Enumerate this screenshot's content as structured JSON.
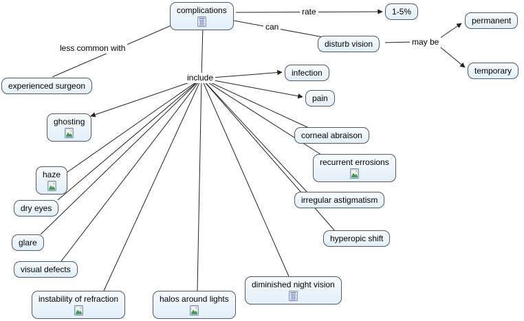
{
  "title": "complications concept map",
  "colors": {
    "background": "#ffffff",
    "node_fill_top": "#f7fbfe",
    "node_fill_bottom": "#e2eff9",
    "node_border": "#4e5a66",
    "line": "#222222",
    "text": "#000000"
  },
  "nodes": [
    {
      "id": "complications",
      "label": "complications",
      "icon": "table-attachment-icon"
    },
    {
      "id": "one-to-five-percent",
      "label": "1-5%",
      "icon": null
    },
    {
      "id": "permanent",
      "label": "permanent",
      "icon": null
    },
    {
      "id": "disturb-vision",
      "label": "disturb vision",
      "icon": null
    },
    {
      "id": "temporary",
      "label": "temporary",
      "icon": null
    },
    {
      "id": "experienced-surgeon",
      "label": "experienced surgeon",
      "icon": null
    },
    {
      "id": "infection",
      "label": "infection",
      "icon": null
    },
    {
      "id": "pain",
      "label": "pain",
      "icon": null
    },
    {
      "id": "ghosting",
      "label": "ghosting",
      "icon": "image-attachment-icon"
    },
    {
      "id": "corneal-abraison",
      "label": "corneal abraison",
      "icon": null
    },
    {
      "id": "recurrent-errosions",
      "label": "recurrent errosions",
      "icon": "image-attachment-icon"
    },
    {
      "id": "haze",
      "label": "haze",
      "icon": "image-attachment-icon"
    },
    {
      "id": "dry-eyes",
      "label": "dry eyes",
      "icon": null
    },
    {
      "id": "irregular-astigmatism",
      "label": "irregular astigmatism",
      "icon": null
    },
    {
      "id": "glare",
      "label": "glare",
      "icon": null
    },
    {
      "id": "hyperopic-shift",
      "label": "hyperopic shift",
      "icon": null
    },
    {
      "id": "visual-defects",
      "label": "visual defects",
      "icon": null
    },
    {
      "id": "diminished-night-vision",
      "label": "diminished night vision",
      "icon": "table-attachment-icon"
    },
    {
      "id": "halos-around-lights",
      "label": "halos around lights",
      "icon": "image-attachment-icon"
    },
    {
      "id": "instability-of-refraction",
      "label": "instability of refraction",
      "icon": "image-attachment-icon"
    }
  ],
  "links": [
    {
      "id": "rate",
      "label": "rate"
    },
    {
      "id": "can",
      "label": "can"
    },
    {
      "id": "may-be",
      "label": "may be"
    },
    {
      "id": "less-common-with",
      "label": "less common with"
    },
    {
      "id": "include",
      "label": "include"
    }
  ],
  "edges": [
    {
      "from": "complications",
      "link": "rate",
      "to": "1-5%"
    },
    {
      "from": "complications",
      "link": "can",
      "to": "disturb vision"
    },
    {
      "from": "disturb vision",
      "link": "may be",
      "to": "permanent"
    },
    {
      "from": "disturb vision",
      "link": "may be",
      "to": "temporary"
    },
    {
      "from": "complications",
      "link": "less common with",
      "to": "experienced surgeon"
    },
    {
      "from": "complications",
      "link": "include",
      "to": "infection"
    },
    {
      "from": "complications",
      "link": "include",
      "to": "pain"
    },
    {
      "from": "complications",
      "link": "include",
      "to": "ghosting"
    },
    {
      "from": "complications",
      "link": "include",
      "to": "corneal abraison"
    },
    {
      "from": "complications",
      "link": "include",
      "to": "recurrent errosions"
    },
    {
      "from": "complications",
      "link": "include",
      "to": "haze"
    },
    {
      "from": "complications",
      "link": "include",
      "to": "dry eyes"
    },
    {
      "from": "complications",
      "link": "include",
      "to": "irregular astigmatism"
    },
    {
      "from": "complications",
      "link": "include",
      "to": "glare"
    },
    {
      "from": "complications",
      "link": "include",
      "to": "hyperopic shift"
    },
    {
      "from": "complications",
      "link": "include",
      "to": "visual defects"
    },
    {
      "from": "complications",
      "link": "include",
      "to": "diminished night vision"
    },
    {
      "from": "complications",
      "link": "include",
      "to": "halos around lights"
    },
    {
      "from": "complications",
      "link": "include",
      "to": "instability of refraction"
    }
  ]
}
